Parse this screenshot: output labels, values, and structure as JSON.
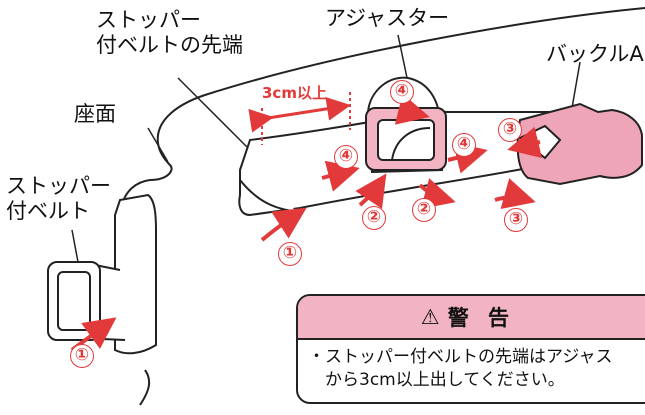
{
  "labels": {
    "stopper_belt_end": "ストッパー\n付ベルトの先端",
    "adjuster": "アジャスター",
    "buckle": "バックルA",
    "seat": "座面",
    "stopper_belt": "ストッパー\n付ベルト",
    "dimension": "3cm以上"
  },
  "steps": {
    "s1": "①",
    "s2": "②",
    "s3": "③",
    "s4": "④"
  },
  "warning": {
    "title": "警 告",
    "text": "・ストッパー付ベルトの先端はアジャス\n　から3cm以上出してください。"
  },
  "colors": {
    "arrow": "#e23a3a",
    "adjuster": "#f2b3c2",
    "buckle": "#eea5b8"
  }
}
